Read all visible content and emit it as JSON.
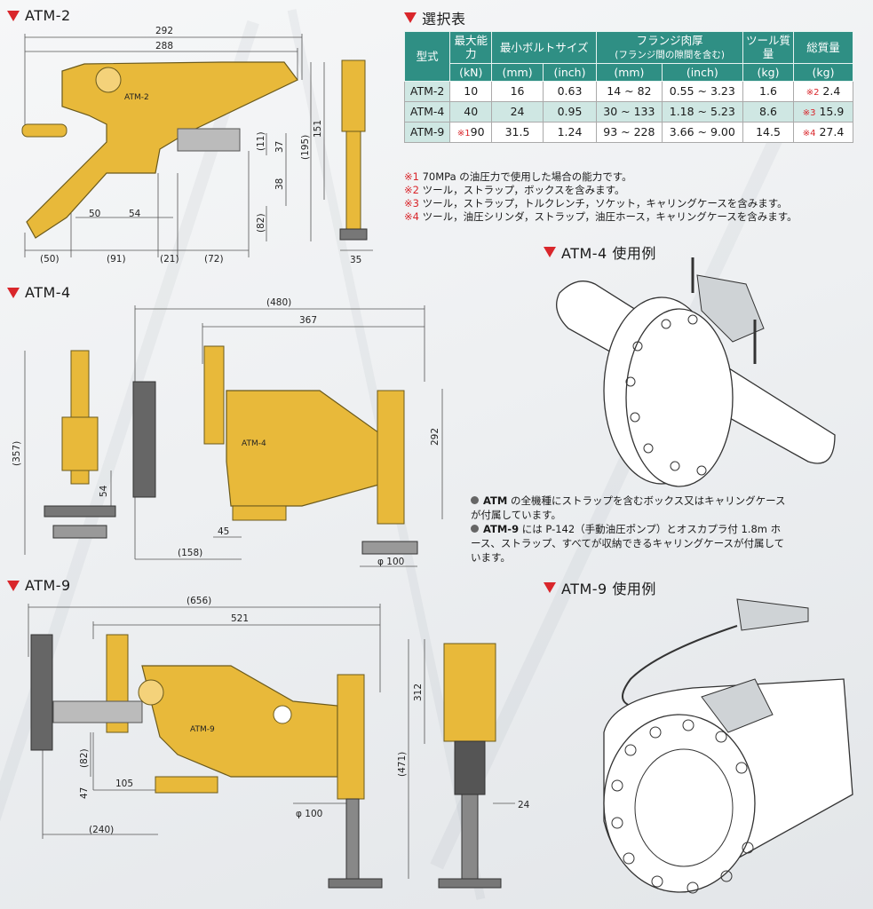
{
  "sections": {
    "atm2": {
      "title": "ATM-2"
    },
    "atm4": {
      "title": "ATM-4"
    },
    "atm9": {
      "title": "ATM-9"
    },
    "selection": {
      "title": "選択表"
    },
    "atm4_use": {
      "title": "ATM-4 使用例"
    },
    "atm9_use": {
      "title": "ATM-9 使用例"
    }
  },
  "dims": {
    "atm2": {
      "d292": "292",
      "d288": "288",
      "d151": "151",
      "d195": "(195)",
      "d11": "(11)",
      "d37": "37",
      "d38": "38",
      "d82": "(82)",
      "d50a": "50",
      "d54": "54",
      "d50b": "(50)",
      "d91": "(91)",
      "d21": "(21)",
      "d72": "(72)",
      "d35": "35"
    },
    "atm4": {
      "d480": "(480)",
      "d367": "367",
      "d357": "(357)",
      "d292": "292",
      "d54": "54",
      "d45": "45",
      "d158": "(158)",
      "phi100": "φ 100"
    },
    "atm9": {
      "d656": "(656)",
      "d521": "521",
      "d82": "(82)",
      "d47": "47",
      "d105": "105",
      "d240": "(240)",
      "phi100": "φ 100",
      "d312": "312",
      "d471": "(471)",
      "d24": "24"
    }
  },
  "body_labels": {
    "atm2": "ATM-2",
    "atm4": "ATM-4",
    "atm9": "ATM-9"
  },
  "table": {
    "headers": {
      "model": "型式",
      "max_cap": "最大能力",
      "min_bolt": "最小ボルトサイズ",
      "flange": "フランジ肉厚",
      "flange_sub": "(フランジ間の隙間を含む)",
      "tool_mass": "ツール質量",
      "total_mass": "総質量"
    },
    "units": {
      "kn": "(kN)",
      "mm1": "(mm)",
      "inch1": "(inch)",
      "mm2": "(mm)",
      "inch2": "(inch)",
      "kg1": "(kg)",
      "kg2": "(kg)"
    },
    "rows": [
      {
        "model": "ATM-2",
        "cap_mark": "",
        "cap": "10",
        "bolt_mm": "16",
        "bolt_in": "0.63",
        "fl_mm": "14 ~ 82",
        "fl_in": "0.55 ~ 3.23",
        "tool": "1.6",
        "tot_mark": "※2",
        "total": "2.4"
      },
      {
        "model": "ATM-4",
        "cap_mark": "",
        "cap": "40",
        "bolt_mm": "24",
        "bolt_in": "0.95",
        "fl_mm": "30 ~ 133",
        "fl_in": "1.18 ~ 5.23",
        "tool": "8.6",
        "tot_mark": "※3",
        "total": "15.9"
      },
      {
        "model": "ATM-9",
        "cap_mark": "※1",
        "cap": "90",
        "bolt_mm": "31.5",
        "bolt_in": "1.24",
        "fl_mm": "93 ~ 228",
        "fl_in": "3.66 ~ 9.00",
        "tool": "14.5",
        "tot_mark": "※4",
        "total": "27.4"
      }
    ]
  },
  "notes": [
    {
      "mark": "※1",
      "text": " 70MPa の油圧力で使用した場合の能力です。"
    },
    {
      "mark": "※2",
      "text": " ツール，ストラップ，ボックスを含みます。"
    },
    {
      "mark": "※3",
      "text": " ツール，ストラップ，トルクレンチ，ソケット，キャリングケースを含みます。"
    },
    {
      "mark": "※4",
      "text": " ツール，油圧シリンダ，ストラップ，油圧ホース，キャリングケースを含みます。"
    }
  ],
  "bullets": [
    {
      "bold": "ATM",
      "text": " の全機種にストラップを含むボックス又はキャリングケースが付属しています。"
    },
    {
      "bold": "ATM-9",
      "text": " には P-142（手動油圧ポンプ）とオスカプラ付 1.8m ホース、ストラップ、すべてが収納できるキャリングケースが付属しています。"
    }
  ],
  "colors": {
    "accent_red": "#d9262b",
    "table_header": "#2f8f84",
    "table_band": "#cfe7e3",
    "body_yellow": "#e8b93a"
  }
}
